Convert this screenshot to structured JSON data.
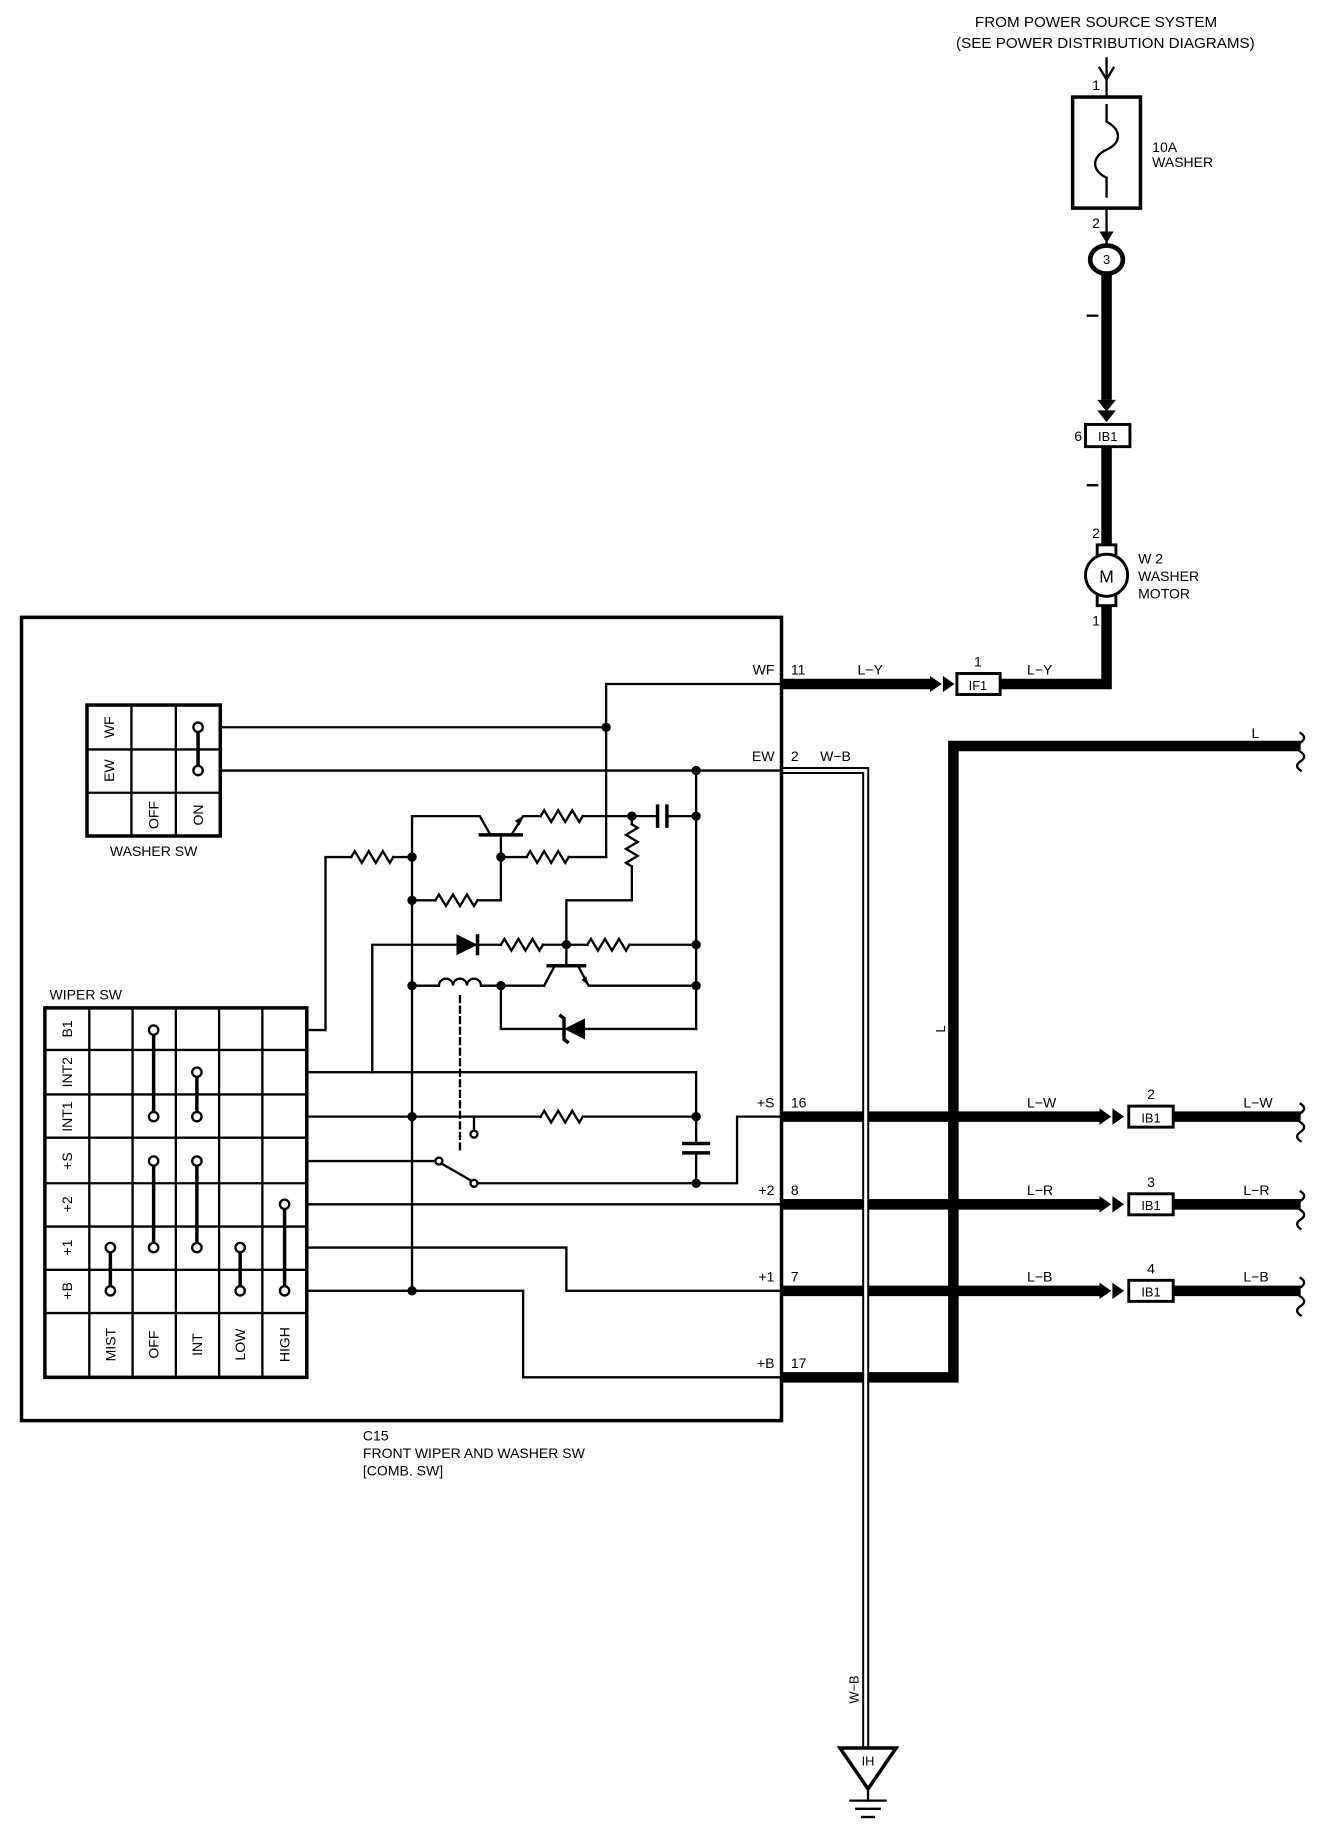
{
  "header": {
    "line1": "FROM POWER SOURCE SYSTEM",
    "line2": "(SEE POWER DISTRIBUTION DIAGRAMS)"
  },
  "fuse": {
    "pin_in": "1",
    "pin_out": "2",
    "rating": "10A",
    "name": "WASHER"
  },
  "junction": {
    "label": "3"
  },
  "ib1_washer": {
    "pin": "6",
    "label": "IB1"
  },
  "washer_motor": {
    "pin_top": "2",
    "pin_bottom": "1",
    "symbol": "M",
    "code": "W 2",
    "name_line1": "WASHER",
    "name_line2": "MOTOR"
  },
  "wf_circuit": {
    "terminal": "WF",
    "pin": "11",
    "wire_color_left": "L−Y",
    "connector_pin": "1",
    "connector": "IF1",
    "wire_color_right": "L−Y"
  },
  "ew_circuit": {
    "terminal": "EW",
    "pin": "2",
    "wire_color": "W−B",
    "wire_color_vertical": "W−B",
    "ground": "IH"
  },
  "l_bus": {
    "label": "L",
    "label_vertical": "L"
  },
  "outputs": [
    {
      "terminal": "+S",
      "pin": "16",
      "wire_color_left": "L−W",
      "connector_pin": "2",
      "connector": "IB1",
      "wire_color_right": "L−W"
    },
    {
      "terminal": "+2",
      "pin": "8",
      "wire_color_left": "L−R",
      "connector_pin": "3",
      "connector": "IB1",
      "wire_color_right": "L−R"
    },
    {
      "terminal": "+1",
      "pin": "7",
      "wire_color_left": "L−B",
      "connector_pin": "4",
      "connector": "IB1",
      "wire_color_right": "L−B"
    }
  ],
  "plus_b": {
    "terminal": "+B",
    "pin": "17"
  },
  "washer_sw": {
    "title": "WASHER SW",
    "rows": [
      "WF",
      "EW"
    ],
    "columns": [
      "OFF",
      "ON"
    ]
  },
  "wiper_sw": {
    "title": "WIPER SW",
    "rows": [
      "B1",
      "INT2",
      "INT1",
      "+S",
      "+2",
      "+1",
      "+B"
    ],
    "columns": [
      "MIST",
      "OFF",
      "INT",
      "LOW",
      "HIGH"
    ]
  },
  "component": {
    "code": "C15",
    "name": "FRONT WIPER AND WASHER SW",
    "note": "[COMB. SW]"
  }
}
